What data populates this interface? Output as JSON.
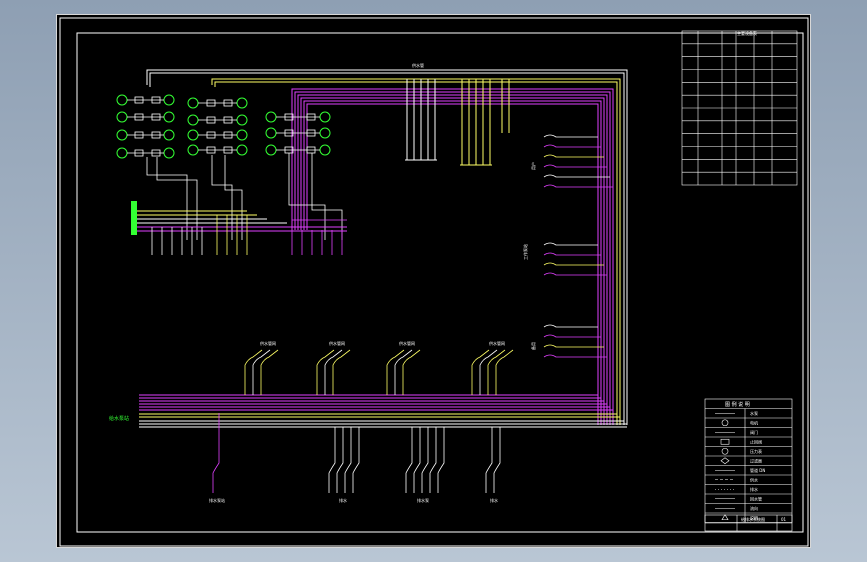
{
  "colors": {
    "background": "#000000",
    "frame": "#ffffff",
    "bus_white": "#ffffff",
    "bus_yellow": "#ffff66",
    "bus_magenta": "#e040ff",
    "component_green": "#33ff33"
  },
  "labels": {
    "left_entry": "给水泵站",
    "top_header": "供水管",
    "right_group_1": "用户",
    "right_group_2": "工作泵站",
    "right_group_3": "备用",
    "bottom_up_1": "供水管网",
    "bottom_up_2": "供水管网",
    "bottom_up_3": "供水管网",
    "bottom_up_4": "供水管网",
    "bottom_down_1": "排水泵站",
    "bottom_down_2": "排水",
    "bottom_down_3": "排水泵",
    "bottom_down_4": "排水"
  },
  "equipment_table": {
    "title": "主要设备表",
    "rows": 12,
    "cols": 6
  },
  "legend": {
    "title": "图 例 说 明",
    "rows": [
      {
        "symbol": "line",
        "text": "水泵"
      },
      {
        "symbol": "circle",
        "text": "电机"
      },
      {
        "symbol": "valve",
        "text": "阀门"
      },
      {
        "symbol": "box",
        "text": "止回阀"
      },
      {
        "symbol": "circle",
        "text": "压力表"
      },
      {
        "symbol": "diamond",
        "text": "过滤器"
      },
      {
        "symbol": "line",
        "text": "管道 DN"
      },
      {
        "symbol": "dash",
        "text": "供水"
      },
      {
        "symbol": "dot",
        "text": "排水"
      },
      {
        "symbol": "line",
        "text": "回水管"
      },
      {
        "symbol": "arrow",
        "text": "流向"
      },
      {
        "symbol": "tri",
        "text": "说明"
      }
    ]
  },
  "title_block": {
    "drawing_name": "给排水系统图",
    "number": "01"
  }
}
